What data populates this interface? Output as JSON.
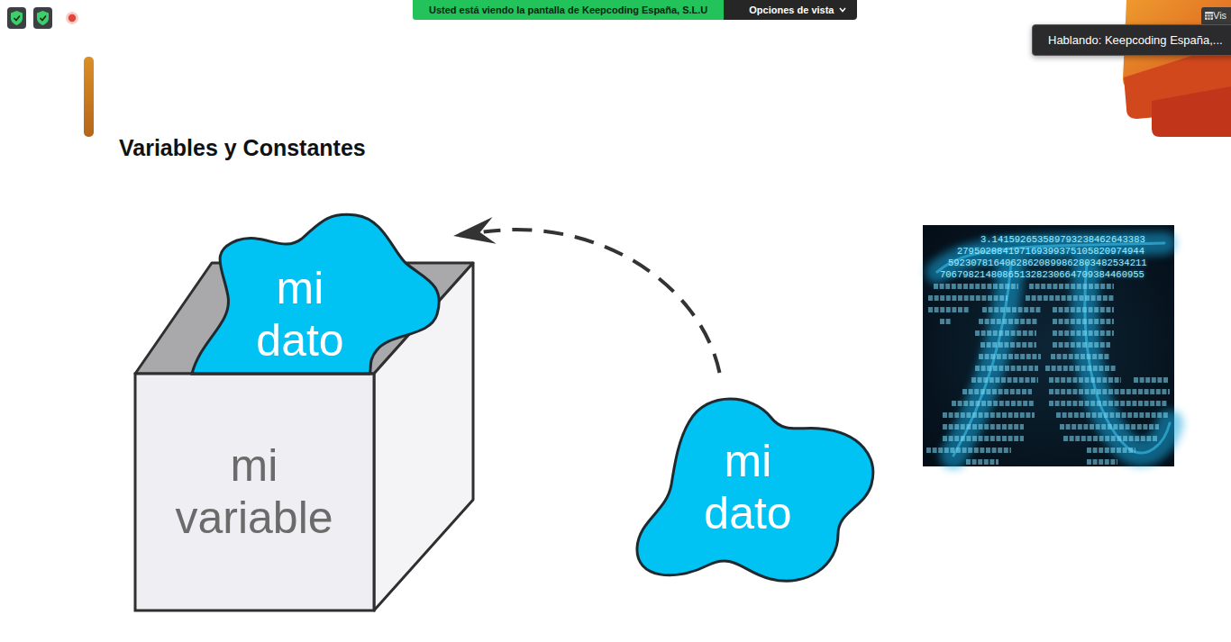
{
  "diagram": {
    "title": "Variables y Constantes",
    "nodes": [
      {
        "text": [
          "mi variable"
        ]
      },
      {
        "text": [
          "mi dato"
        ],
        "in": 0
      },
      {
        "text": [
          "mi dato"
        ]
      }
    ],
    "edges": [
      {
        "from": 2,
        "to": 1,
        "arrow": "to"
      }
    ],
    "labels": [
      "Usted está viendo la pantalla de Keepcoding España, S.L.U",
      "Opciones de vista",
      "Vis",
      "Hablando: Keepcoding España,...",
      "3.141592653589793238462643383",
      "279502884197169399375105820974944",
      "59230781640628620899862803482534211",
      "706798214808651328230664709384460955"
    ]
  }
}
